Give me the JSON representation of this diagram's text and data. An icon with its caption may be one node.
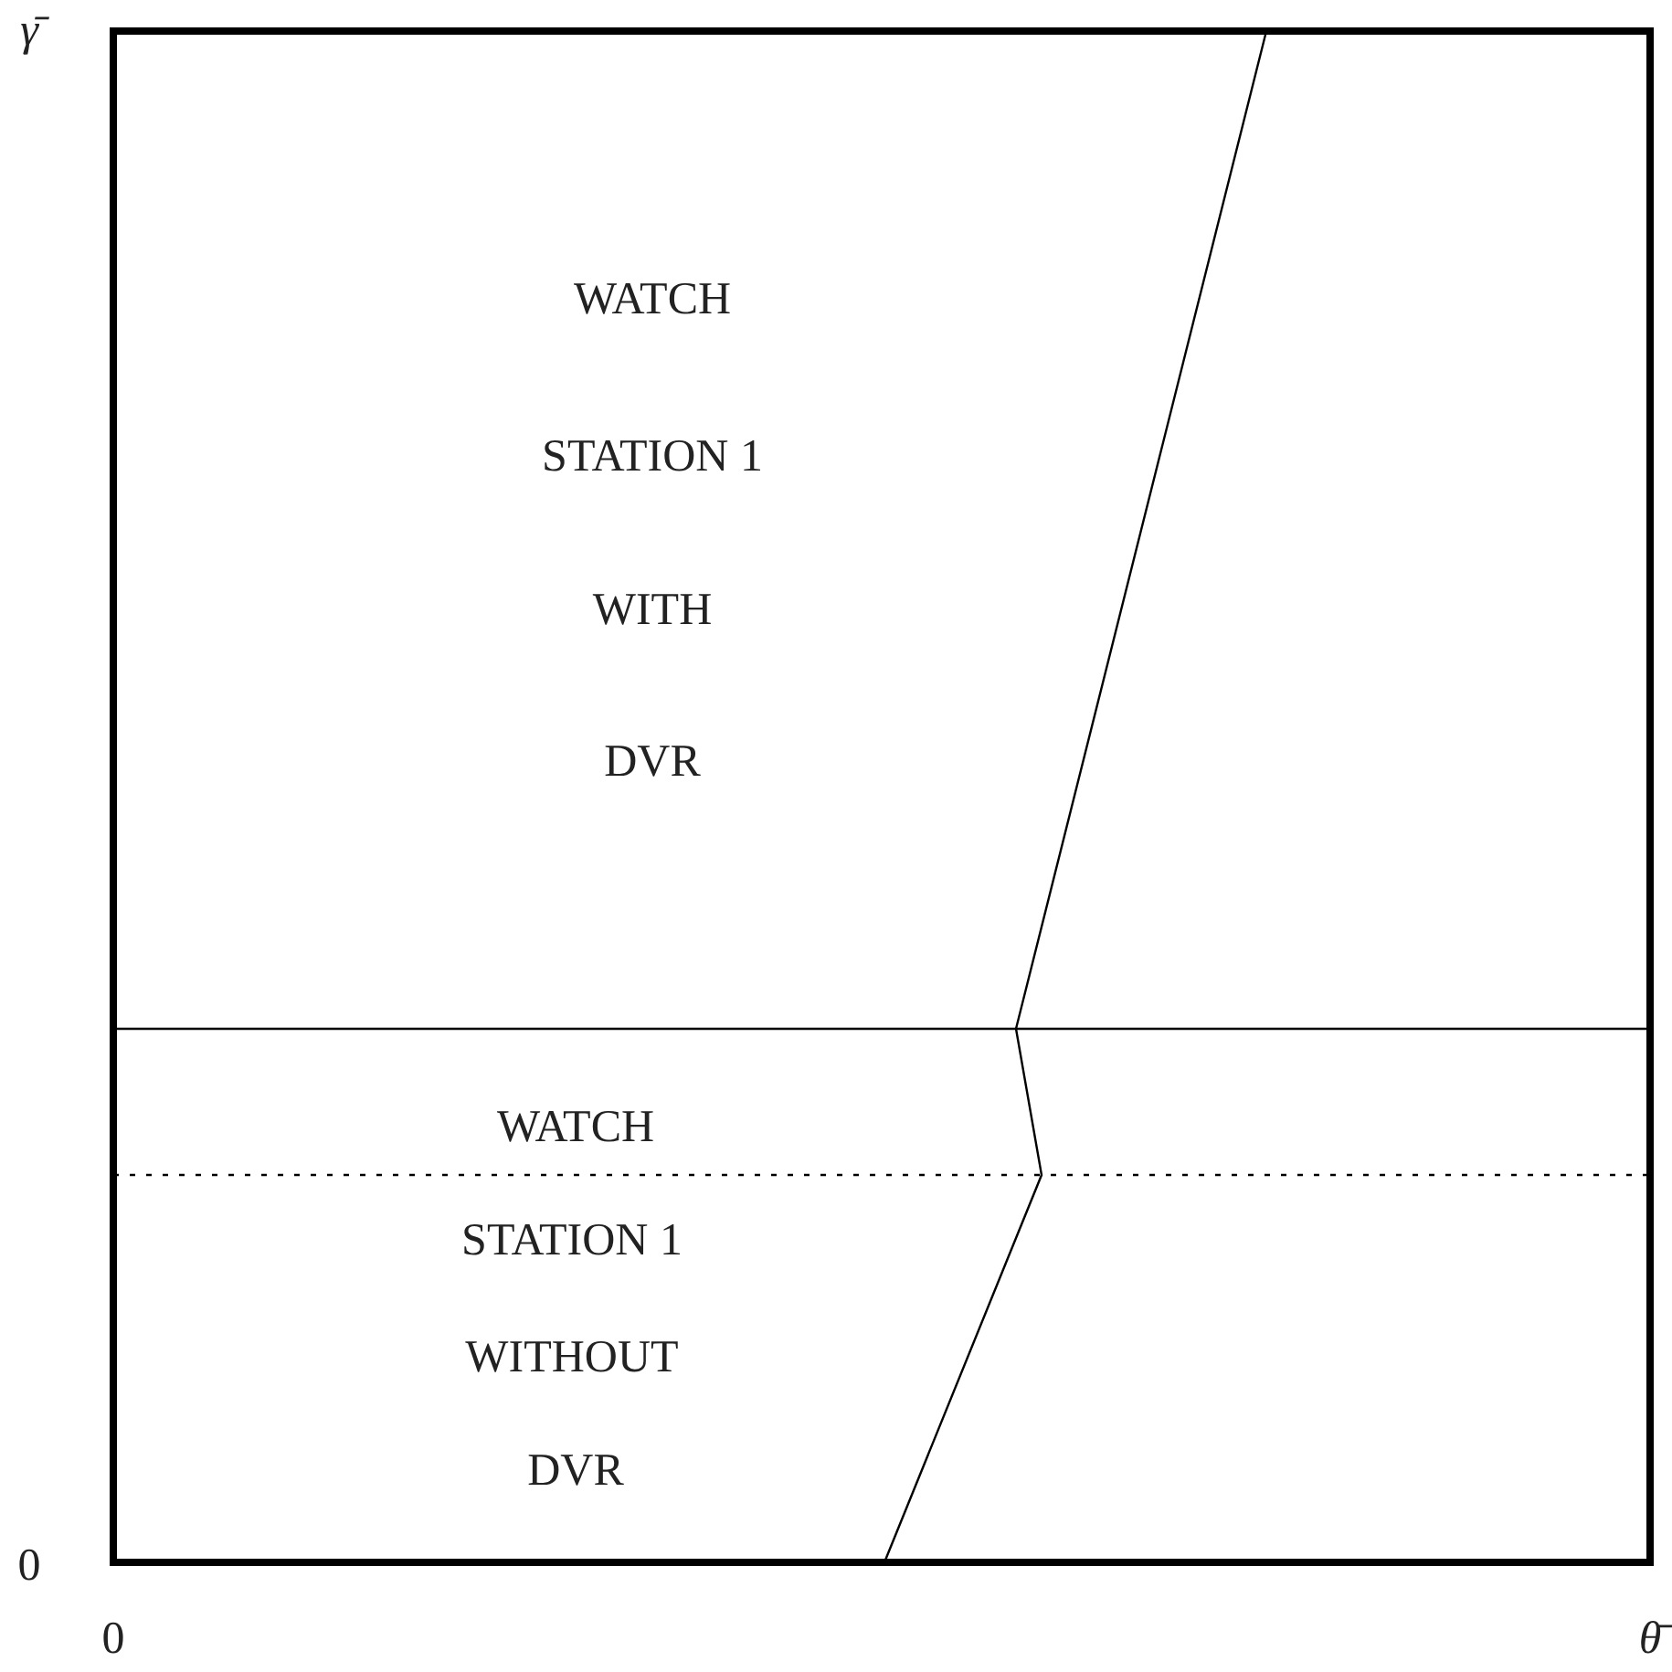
{
  "diagram": {
    "labels": [
      "γ̄",
      "WATCH",
      "STATION 1",
      "WITH",
      "DVR",
      "WATCH",
      "STATION 1",
      "WITHOUT",
      "DVR",
      "0",
      "0",
      "θ̄"
    ]
  }
}
